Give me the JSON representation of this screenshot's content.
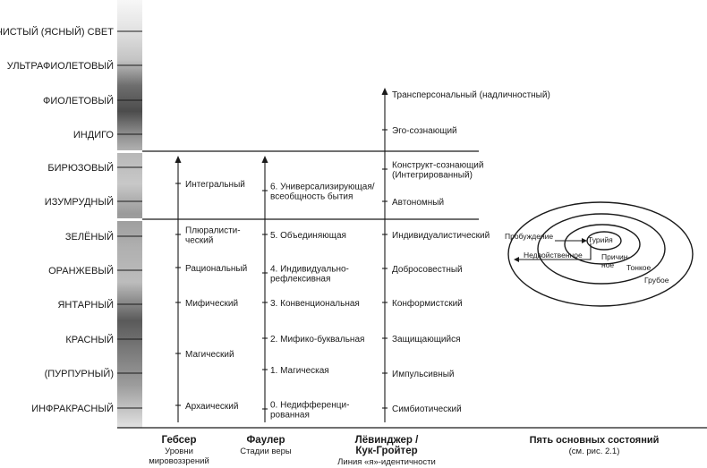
{
  "colors": {
    "ink": "#1a1a1a",
    "bar_light": "#f4f4f4",
    "bar_dark": "#4a4a4a",
    "separator": "#ffffff"
  },
  "spectrum": [
    "ЧИСТЫЙ (ЯСНЫЙ) СВЕТ",
    "УЛЬТРАФИОЛЕТОВЫЙ",
    "ФИОЛЕТОВЫЙ",
    "ИНДИГО",
    "БИРЮЗОВЫЙ",
    "ИЗУМРУДНЫЙ",
    "ЗЕЛЁНЫЙ",
    "ОРАНЖЕВЫЙ",
    "ЯНТАРНЫЙ",
    "КРАСНЫЙ",
    "(ПУРПУРНЫЙ)",
    "ИНФРАКРАСНЫЙ"
  ],
  "gebser": {
    "title": "Гебсер",
    "subtitle": "Уровни мировоззрений",
    "levels": [
      [
        "Интегральный"
      ],
      [
        "Плюралисти-",
        "ческий"
      ],
      [
        "Рациональный"
      ],
      [
        "Мифический"
      ],
      [
        "Магический"
      ],
      [
        "Архаический"
      ]
    ]
  },
  "fowler": {
    "title": "Фаулер",
    "subtitle": "Стадии веры",
    "levels": [
      [
        "6. Универсализирующая/",
        "всеобщность бытия"
      ],
      [
        "5. Объединяющая"
      ],
      [
        "4. Индивидуально-",
        "рефлексивная"
      ],
      [
        "3. Конвенциональная"
      ],
      [
        "2. Мифико-буквальная"
      ],
      [
        "1. Магическая"
      ],
      [
        "0. Недифференци-",
        "рованная"
      ]
    ]
  },
  "loevinger": {
    "title": "Лёвинджер /",
    "title2": "Кук-Гройтер",
    "subtitle": "Линия «я»-идентичности",
    "levels": [
      [
        "Трансперсональный (надличностный)"
      ],
      [
        "Эго-сознающий"
      ],
      [
        "Конструкт-сознающий",
        "(Интегрированный)"
      ],
      [
        "Автономный"
      ],
      [
        "Индивидуалистический"
      ],
      [
        "Добросовестный"
      ],
      [
        "Конформистский"
      ],
      [
        "Защищающийся"
      ],
      [
        "Импульсивный"
      ],
      [
        "Симбиотический"
      ]
    ]
  },
  "states": {
    "title": "Пять основных состояний",
    "subtitle": "(см. рис. 2.1)",
    "labels": {
      "awakening": "Пробуждение",
      "turiya": "Турийя",
      "nondual": "Недвойственное",
      "causal_1": "Причин-",
      "causal_2": "ное",
      "subtle": "Тонкое",
      "gross": "Грубое"
    }
  }
}
